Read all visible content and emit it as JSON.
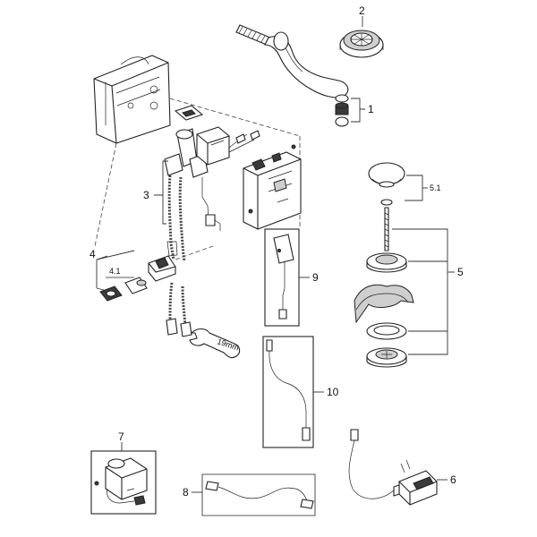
{
  "labels": {
    "p1": "1",
    "p2": "2",
    "p3": "3",
    "p4": "4",
    "p4_1": "4.1",
    "p5": "5",
    "p5_1": "5.1",
    "p6": "6",
    "p7": "7",
    "p8": "8",
    "p9": "9",
    "p10": "10",
    "wrench": "19mm"
  }
}
